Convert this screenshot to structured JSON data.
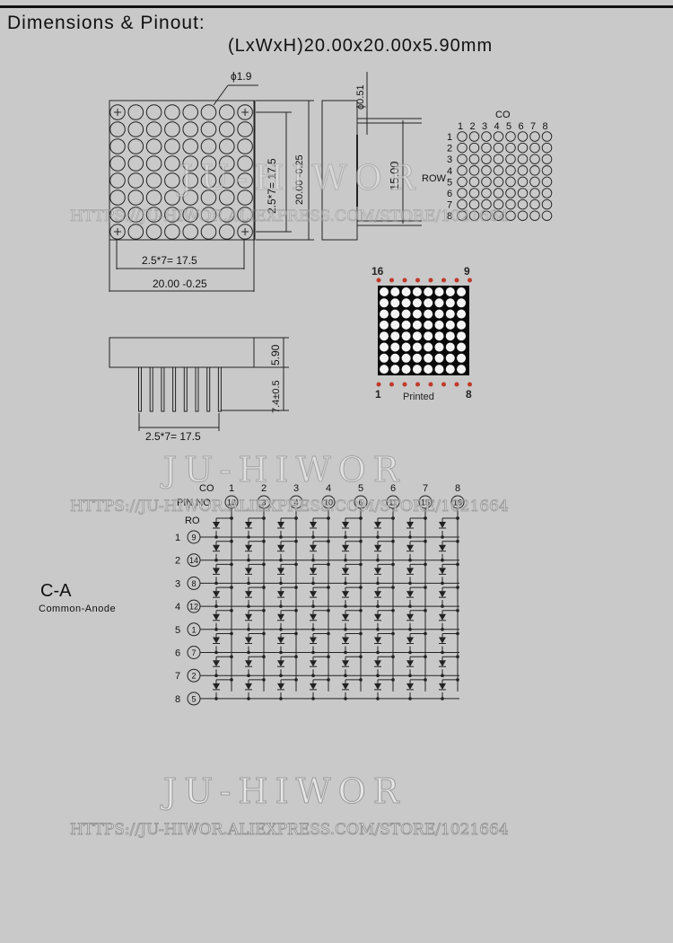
{
  "header": {
    "title": "Dimensions & Pinout:",
    "dimensions": "(LxWxH)20.00x20.00x5.90mm"
  },
  "front_view": {
    "dot_diameter": "ϕ1.9",
    "inner_span_v": "2.5*7= 17.5",
    "outer_span_v": "20.00 -0.25",
    "inner_span_h": "2.5*7= 17.5",
    "outer_span_h": "20.00  -0.25"
  },
  "side_view": {
    "pin_diameter": "ϕ0.51",
    "pin_span": "15.00",
    "row_label": "ROW"
  },
  "bottom_view": {
    "height": "5.90",
    "pin_length": "7.4±0.5",
    "pin_span": "2.5*7= 17.5"
  },
  "small_matrix": {
    "co_label": "CO",
    "columns": [
      "1",
      "2",
      "3",
      "4",
      "5",
      "6",
      "7",
      "8"
    ],
    "rows": [
      "1",
      "2",
      "3",
      "4",
      "5",
      "6",
      "7",
      "8"
    ]
  },
  "photo": {
    "pin_top_left": "16",
    "pin_top_right": "9",
    "pin_bottom_left": "1",
    "pin_bottom_right": "8",
    "printed_label": "Printed"
  },
  "watermarks": {
    "brand": "JU-HIWOR",
    "url": "HTTPS://JU-HIWOR.ALIEXPRESS.COM/STORE/1021664"
  },
  "schematic": {
    "co_label": "CO",
    "pin_label": "PIN NO",
    "ro_label": "RO",
    "columns": [
      "1",
      "2",
      "3",
      "4",
      "5",
      "6",
      "7",
      "8"
    ],
    "column_pins": [
      "13",
      "3",
      "4",
      "10",
      "6",
      "11",
      "15",
      "16"
    ],
    "rows": [
      "1",
      "2",
      "3",
      "4",
      "5",
      "6",
      "7",
      "8"
    ],
    "row_pins": [
      "9",
      "14",
      "8",
      "12",
      "1",
      "7",
      "2",
      "5"
    ],
    "type": "C-A",
    "type_desc": "Common-Anode"
  }
}
